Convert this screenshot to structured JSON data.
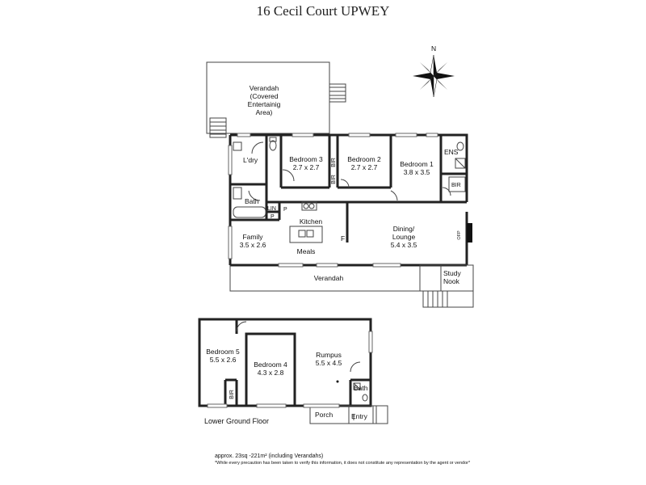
{
  "title": "16 Cecil Court UPWEY",
  "compass": {
    "north": "N"
  },
  "rooms": {
    "verandah_top": {
      "line1": "Verandah",
      "line2": "(Covered",
      "line3": "Entertainig",
      "line4": "Area)"
    },
    "ldry": "L'dry",
    "bath": "Bath",
    "bedroom3": {
      "name": "Bedroom 3",
      "size": "2.7 x 2.7"
    },
    "bedroom2": {
      "name": "Bedroom 2",
      "size": "2.7 x 2.7"
    },
    "bedroom1": {
      "name": "Bedroom 1",
      "size": "3.8 x 3.5"
    },
    "ens": "ENS",
    "bir": "BIR",
    "lin": "LIN",
    "p": "P",
    "kitchen": "Kitchen",
    "family": {
      "name": "Family",
      "size": "3.5 x 2.6"
    },
    "meals": "Meals",
    "f": "F",
    "dining": {
      "line1": "Dining/",
      "line2": "Lounge",
      "size": "5.4 x 3.5"
    },
    "ofp": "OFP",
    "study": {
      "line1": "Study",
      "line2": "Nook"
    },
    "verandah_bottom": "Verandah",
    "bedroom5": {
      "name": "Bedroom 5",
      "size": "5.5 x 2.6"
    },
    "bedroom4": {
      "name": "Bedroom 4",
      "size": "4.3 x 2.8"
    },
    "rumpus": {
      "name": "Rumpus",
      "size": "5.5 x 4.5"
    },
    "bath_lower": "Bath",
    "porch": "Porch",
    "entry": "Entry"
  },
  "floor_label": "Lower Ground Floor",
  "footer": {
    "area": "approx. 23sq -221m² (including Verandahs)",
    "disclaimer": "*While every precaution has been taken to verify this information, it does not constitute any representation by the agent or vendor*"
  }
}
